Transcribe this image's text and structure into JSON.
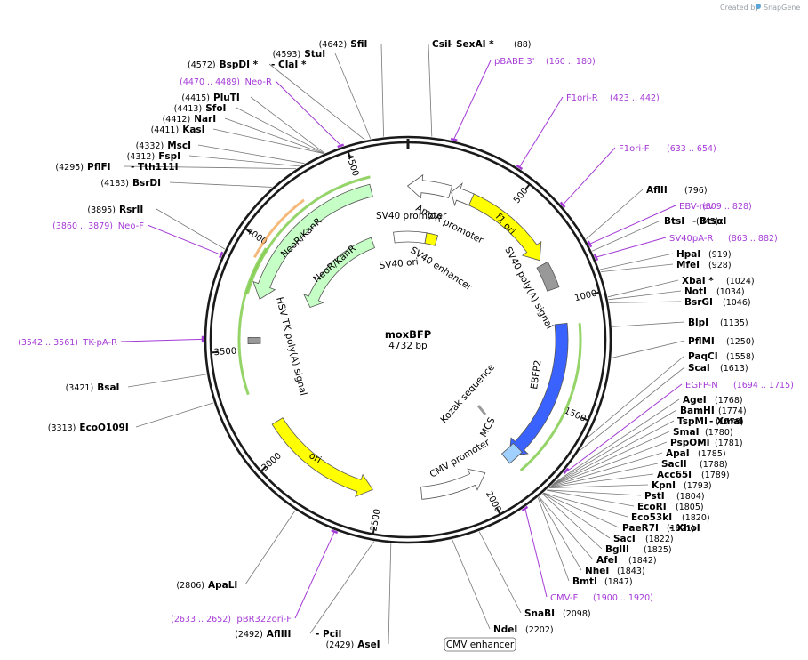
{
  "credit": {
    "prefix": "Created by",
    "brand": "SnapGene"
  },
  "plasmid": {
    "name": "moxBFP",
    "length_label": "4732 bp",
    "total_bp": 4732
  },
  "ticks": [
    "500",
    "1000",
    "1500",
    "2000",
    "2500",
    "3000",
    "3500",
    "4000",
    "4500"
  ],
  "features": [
    {
      "name": "f1 ori",
      "start": 320,
      "end": 775,
      "ring": "outer",
      "color": "#ffff00",
      "dir": 1
    },
    {
      "name": "AmpR promoter",
      "start": 215,
      "end": 320,
      "ring": "outer",
      "color": "#ffffff",
      "dir": -1
    },
    {
      "name": "SV40 promoter",
      "start": 4730,
      "end": 210,
      "ring": "outer",
      "color": "#ffffff",
      "dir": -1
    },
    {
      "name": "SV40 poly(A) signal",
      "start": 800,
      "end": 930,
      "ring": "outer",
      "color": "#999999",
      "dir": 0
    },
    {
      "name": "EBFP2",
      "start": 1105,
      "end": 1825,
      "ring": "outer",
      "color": "#3a62ff",
      "dir": 1
    },
    {
      "name": "MCS",
      "start": 1768,
      "end": 1847,
      "ring": "outer",
      "color": "#a0d0ff",
      "dir": 0
    },
    {
      "name": "CMV promoter",
      "start": 1970,
      "end": 2300,
      "ring": "outer",
      "color": "#ffffff",
      "dir": -1
    },
    {
      "name": "ori",
      "start": 2540,
      "end": 3130,
      "ring": "outer",
      "color": "#ffff00",
      "dir": -1
    },
    {
      "name": "HSV TK poly(A) signal",
      "start": 3530,
      "end": 3560,
      "ring": "outer",
      "color": "#999999",
      "dir": 0
    },
    {
      "name": "NeoR/KanR",
      "start": 3750,
      "end": 4550,
      "ring": "outer",
      "color": "#c6ffc6",
      "dir": -1
    },
    {
      "name": "SV40 ori",
      "start": 130,
      "end": 210,
      "ring": "inner",
      "color": "#ffff00",
      "dir": 0
    },
    {
      "name": "SV40 enhancer",
      "start": 4630,
      "end": 130,
      "ring": "inner",
      "color": "#ffffff",
      "dir": 0
    },
    {
      "name": "NeoR/KanR",
      "start": 3790,
      "end": 4470,
      "ring": "inner",
      "color": "#c6ffc6",
      "dir": -1
    }
  ],
  "feature_labels": {
    "ampr_promoter": "AmpR promoter",
    "sv40_promoter": "SV40 promoter",
    "f1_ori": "f1 ori",
    "sv40_polya": "SV40 poly(A) signal",
    "sv40_enhancer": "SV40 enhancer",
    "sv40_ori": "SV40 ori",
    "neo_outer": "NeoR/KanR",
    "neo_inner": "NeoR/KanR",
    "hsv": "HSV TK poly(A) signal",
    "ebfp2": "EBFP2",
    "kozak": "Kozak sequence",
    "mcs": "MCS",
    "cmv_promoter": "CMV promoter",
    "ori": "ori",
    "cmv_enhancer": "CMV enhancer"
  },
  "sites_right": [
    {
      "name": "CsiI",
      "pos": "(88)"
    },
    {
      "name": "SexAI *",
      "pos": ""
    },
    {
      "name": "AflII",
      "pos": "(796)"
    },
    {
      "name": "BtsI",
      "pos": "(845)"
    },
    {
      "name": "BtsαI",
      "pos": ""
    },
    {
      "name": "HpaI",
      "pos": "(919)"
    },
    {
      "name": "MfeI",
      "pos": "(928)"
    },
    {
      "name": "XbaI *",
      "pos": "(1024)"
    },
    {
      "name": "NotI",
      "pos": "(1034)"
    },
    {
      "name": "BsrGI",
      "pos": "(1046)"
    },
    {
      "name": "BlpI",
      "pos": "(1135)"
    },
    {
      "name": "PflMI",
      "pos": "(1250)"
    },
    {
      "name": "PaqCI",
      "pos": "(1558)"
    },
    {
      "name": "ScaI",
      "pos": "(1613)"
    },
    {
      "name": "AgeI",
      "pos": "(1768)"
    },
    {
      "name": "BamHI",
      "pos": "(1774)"
    },
    {
      "name": "TspMI",
      "pos": "(1778)"
    },
    {
      "name": "XmaI",
      "pos": ""
    },
    {
      "name": "SmaI",
      "pos": "(1780)"
    },
    {
      "name": "PspOMI",
      "pos": "(1781)"
    },
    {
      "name": "ApaI",
      "pos": "(1785)"
    },
    {
      "name": "SacII",
      "pos": "(1788)"
    },
    {
      "name": "Acc65I",
      "pos": "(1789)"
    },
    {
      "name": "KpnI",
      "pos": "(1793)"
    },
    {
      "name": "PstI",
      "pos": "(1804)"
    },
    {
      "name": "EcoRI",
      "pos": "(1805)"
    },
    {
      "name": "Eco53kI",
      "pos": "(1820)"
    },
    {
      "name": "PaeR7I",
      "pos": "(1821)"
    },
    {
      "name": "XhoI",
      "pos": ""
    },
    {
      "name": "SacI",
      "pos": "(1822)"
    },
    {
      "name": "BglII",
      "pos": "(1825)"
    },
    {
      "name": "AfeI",
      "pos": "(1842)"
    },
    {
      "name": "NheI",
      "pos": "(1843)"
    },
    {
      "name": "BmtI",
      "pos": "(1847)"
    },
    {
      "name": "SnaBI",
      "pos": "(2098)"
    },
    {
      "name": "NdeI",
      "pos": "(2202)"
    }
  ],
  "sites_left": [
    {
      "name": "SfiI",
      "pos": "(4642)"
    },
    {
      "name": "StuI",
      "pos": "(4593)"
    },
    {
      "name": "BspDI *",
      "pos": "(4572)"
    },
    {
      "name": "ClaI *",
      "pos": ""
    },
    {
      "name": "PluTI",
      "pos": "(4415)"
    },
    {
      "name": "SfoI",
      "pos": "(4413)"
    },
    {
      "name": "NarI",
      "pos": "(4412)"
    },
    {
      "name": "KasI",
      "pos": "(4411)"
    },
    {
      "name": "MscI",
      "pos": "(4332)"
    },
    {
      "name": "FspI",
      "pos": "(4312)"
    },
    {
      "name": "PflFI",
      "pos": "(4295)"
    },
    {
      "name": "Tth111I",
      "pos": ""
    },
    {
      "name": "BsrDI",
      "pos": "(4183)"
    },
    {
      "name": "RsrII",
      "pos": "(3895)"
    },
    {
      "name": "BsaI",
      "pos": "(3421)"
    },
    {
      "name": "EcoO109I",
      "pos": "(3313)"
    },
    {
      "name": "ApaLI",
      "pos": "(2806)"
    },
    {
      "name": "AflIII",
      "pos": "(2492)"
    },
    {
      "name": "PciI",
      "pos": ""
    },
    {
      "name": "AseI",
      "pos": "(2429)"
    }
  ],
  "primers": [
    {
      "name": "pBABE 3'",
      "pos": "(160 .. 180)"
    },
    {
      "name": "F1ori-R",
      "pos": "(423 .. 442)"
    },
    {
      "name": "F1ori-F",
      "pos": "(633 .. 654)"
    },
    {
      "name": "EBV-rev",
      "pos": "(809 .. 828)"
    },
    {
      "name": "SV40pA-R",
      "pos": "(863 .. 882)"
    },
    {
      "name": "EGFP-N",
      "pos": "(1694 .. 1715)"
    },
    {
      "name": "CMV-F",
      "pos": "(1900 .. 1920)"
    },
    {
      "name": "pBR322ori-F",
      "pos": "(2633 .. 2652)"
    },
    {
      "name": "TK-pA-R",
      "pos": "(3542 .. 3561)"
    },
    {
      "name": "Neo-F",
      "pos": "(3860 .. 3879)"
    },
    {
      "name": "Neo-R",
      "pos": "(4470 .. 4489)"
    }
  ],
  "colors": {
    "primer": "#a43ad6",
    "backbone": "#1a1a1a",
    "ebfp2": "#3a62ff",
    "ori": "#ffff00",
    "neo": "#c6ffc6"
  }
}
